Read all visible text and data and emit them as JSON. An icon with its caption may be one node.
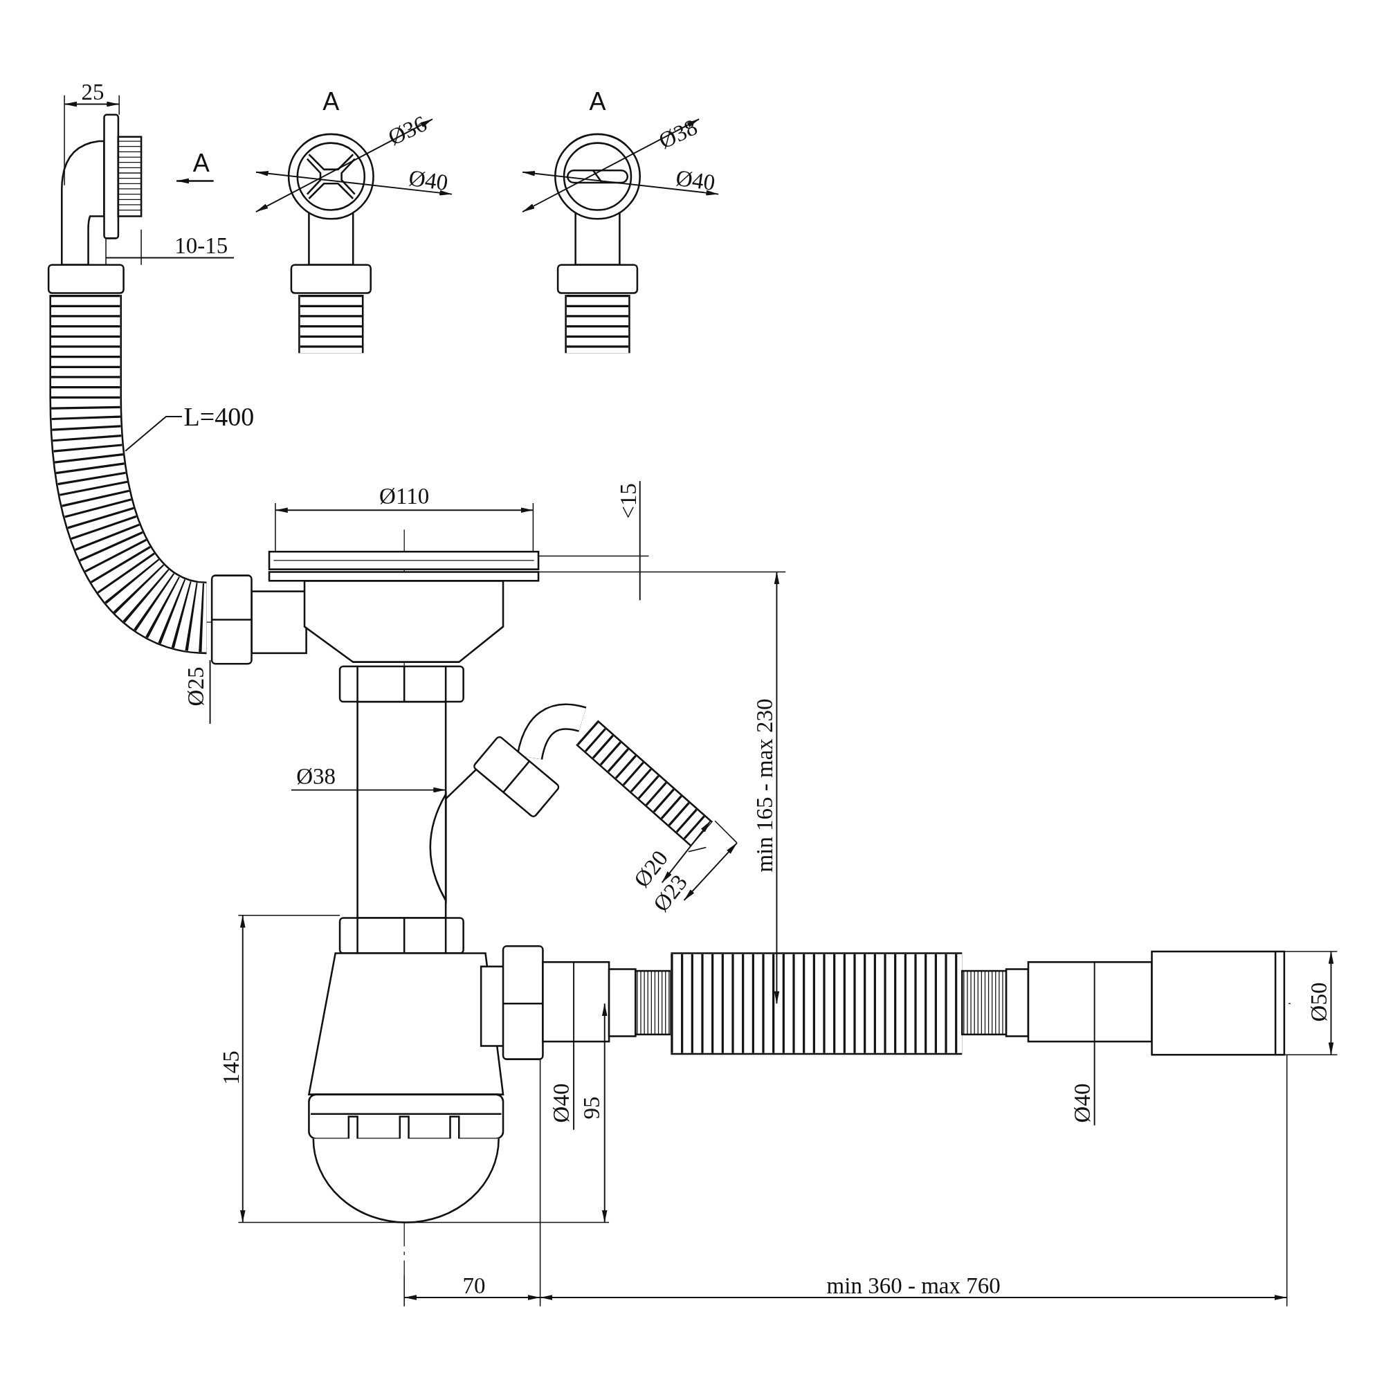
{
  "diagram": {
    "nodes": [
      {
        "text": [
          "L=400"
        ]
      },
      {
        "text": [],
        "shape": "picture"
      }
    ],
    "edges": [
      {
        "from": 0,
        "to": 1,
        "arrow": "none"
      }
    ],
    "labels": [
      "25",
      "A",
      "A",
      "A",
      "Ø36",
      "Ø38",
      "Ø40",
      "Ø40",
      "10-15",
      "Ø110",
      "<15",
      "Ø25",
      "Ø38",
      "min 165 - max 230",
      "Ø20",
      "Ø23",
      "Ø50",
      "145",
      "Ø40",
      "95",
      "Ø40",
      "70",
      "min 360 - max 760"
    ]
  }
}
